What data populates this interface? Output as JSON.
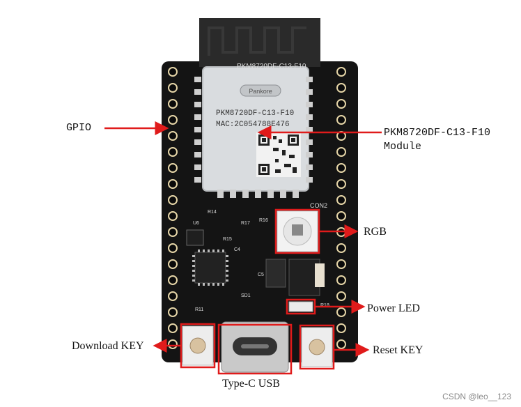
{
  "module": {
    "label_top": "PKM8720DF-C13-F10",
    "shield_brand": "Pankore",
    "shield_model": "PKM8720DF-C13-F10",
    "shield_mac": "MAC:2C054788E476"
  },
  "silkscreen": {
    "con2": "CON2",
    "r14": "R14",
    "u6": "U6",
    "r15": "R15",
    "r16": "R16",
    "r17": "R17",
    "c4": "C4",
    "c5": "C5",
    "r18": "R18",
    "r11": "R11",
    "sd1": "SD1"
  },
  "annotations": {
    "gpio": "GPIO",
    "module_line1": "PKM8720DF-C13-F10",
    "module_line2": "Module",
    "rgb": "RGB",
    "power_led": "Power LED",
    "download_key": "Download KEY",
    "reset_key": "Reset KEY",
    "usb": "Type-C USB"
  },
  "watermark": "CSDN @leo__123",
  "colors": {
    "pcb": "#141414",
    "shield": "#d9dcdf",
    "antenna": "#2a2a2a",
    "highlight": "#e01b1b",
    "pad": "#e6d6a8"
  }
}
